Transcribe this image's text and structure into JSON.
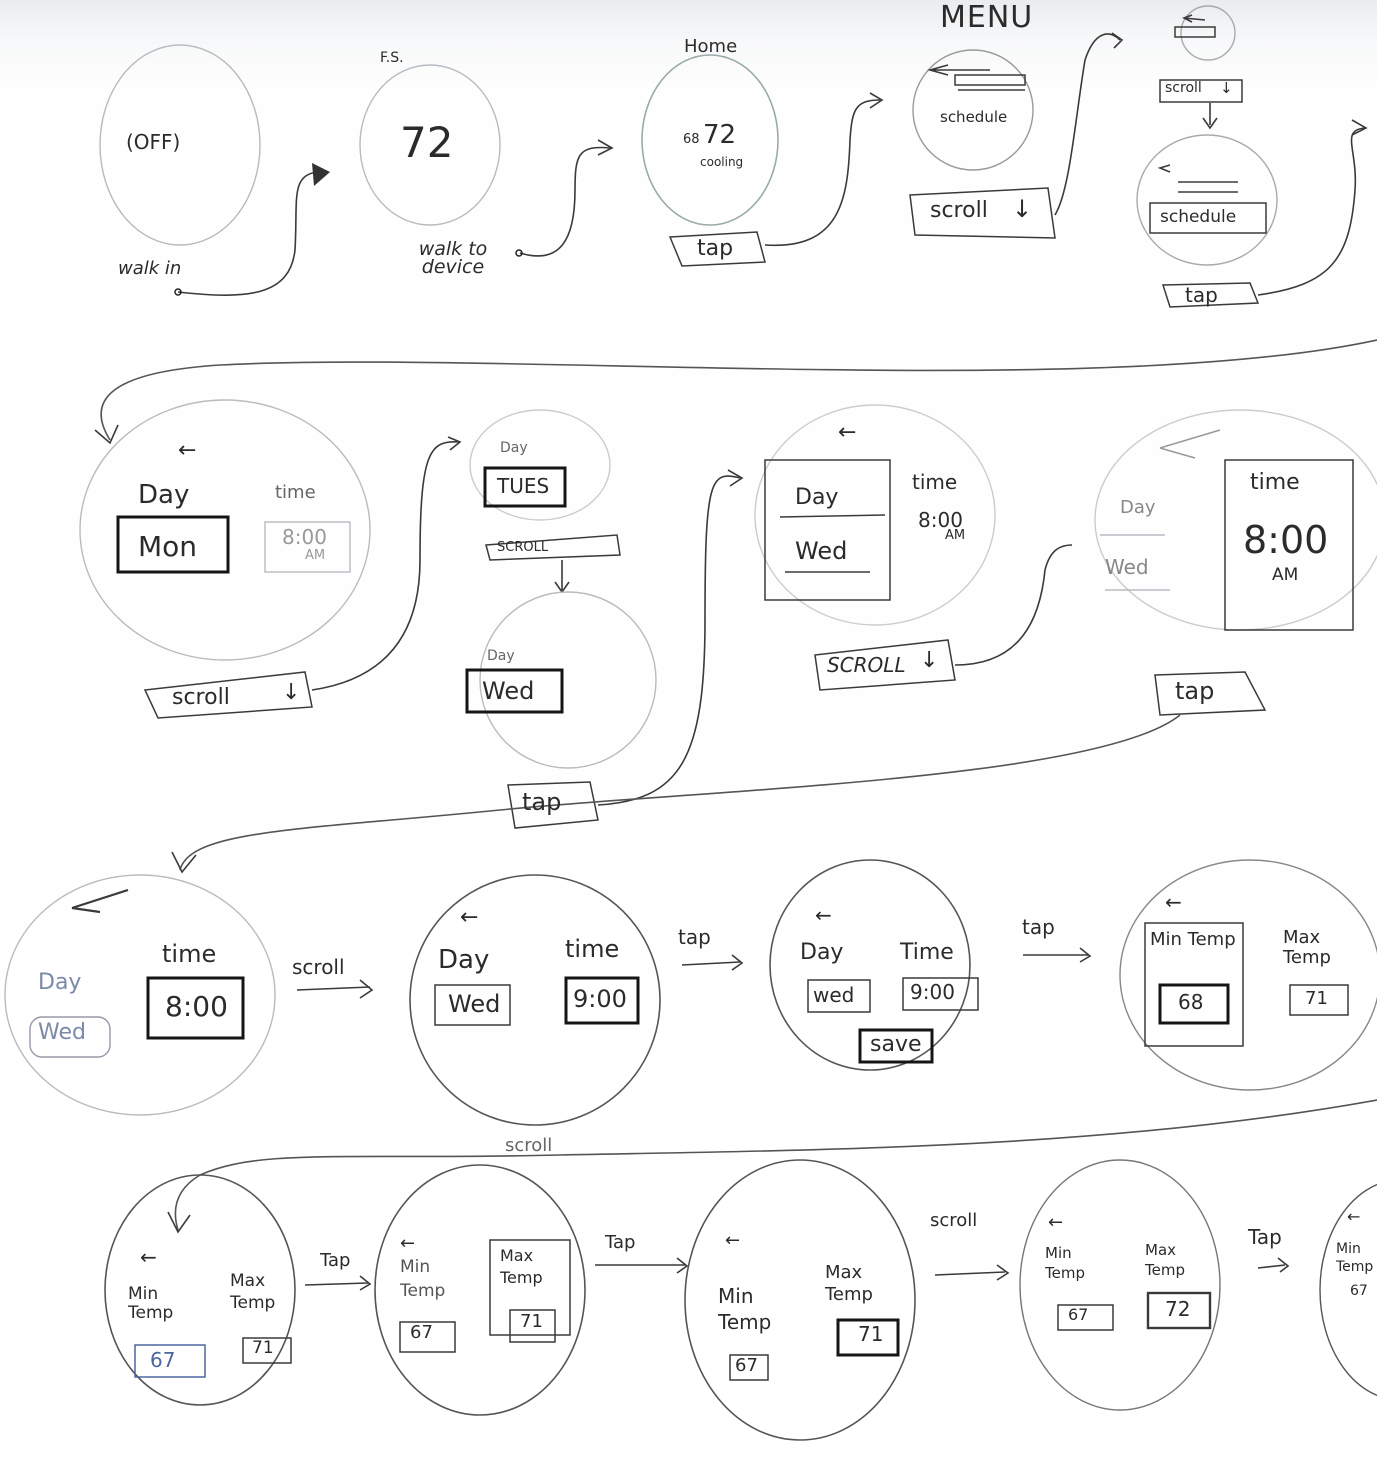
{
  "row1": {
    "off_screen": {
      "content": "(OFF)",
      "caption": "walk in"
    },
    "fs_screen": {
      "title": "F.S.",
      "temp": "72",
      "caption": "walk to device"
    },
    "home_screen": {
      "title": "Home",
      "setpoint": "68",
      "temp": "72",
      "status": "cooling",
      "action": "tap"
    },
    "menu_screen": {
      "title": "MENU",
      "item": "schedule",
      "action": "scroll"
    },
    "menu_mini": {
      "action": "scroll"
    },
    "menu_scrolled": {
      "item": "schedule",
      "action": "tap"
    }
  },
  "row2": {
    "day_time_1": {
      "day_label": "Day",
      "day_value": "Mon",
      "time_label": "time",
      "time_value": "8:00",
      "ampm": "AM",
      "action": "scroll"
    },
    "day_picker_tues": {
      "day_label": "Day",
      "day_value": "TUES",
      "action": "SCROLL"
    },
    "day_picker_wed": {
      "day_label": "Day",
      "day_value": "Wed",
      "action": "tap"
    },
    "day_time_2": {
      "day_label": "Day",
      "day_value": "Wed",
      "time_label": "time",
      "time_value": "8:00",
      "ampm": "AM",
      "action": "SCROLL"
    },
    "day_time_3": {
      "day_label": "Day",
      "day_value": "Wed",
      "time_label": "time",
      "time_value": "8:00",
      "ampm": "AM",
      "action": "tap"
    }
  },
  "row3": {
    "time_edit": {
      "day_label": "Day",
      "day_value": "Wed",
      "time_label": "time",
      "time_value": "8:00",
      "action": "scroll"
    },
    "time_set": {
      "day_label": "Day",
      "day_value": "Wed",
      "time_label": "time",
      "time_value": "9:00",
      "action": "tap"
    },
    "save_screen": {
      "day_label": "Day",
      "time_label": "Time",
      "day_value": "wed",
      "time_value": "9:00",
      "save": "save",
      "action": "tap"
    },
    "temp_1": {
      "min_label": "Min Temp",
      "min_value": "68",
      "max_label": "Max Temp",
      "max_value": "71"
    }
  },
  "row4": {
    "loop_label": "scroll",
    "temp_2": {
      "min_label": "Min Temp",
      "min_value": "67",
      "max_label": "Max Temp",
      "max_value": "71",
      "action": "Tap"
    },
    "temp_3": {
      "min_label": "Min Temp",
      "min_value": "67",
      "max_label": "Max Temp",
      "max_value": "71",
      "action": "Tap"
    },
    "temp_4": {
      "min_label": "Min Temp",
      "min_value": "67",
      "max_label": "Max Temp",
      "max_value": "71",
      "action": "scroll"
    },
    "temp_5": {
      "min_label": "Min Temp",
      "min_value": "67",
      "max_label": "Max Temp",
      "max_value": "72",
      "action": "Tap"
    },
    "temp_6": {
      "min_label": "Min Temp",
      "min_value": "67"
    }
  }
}
